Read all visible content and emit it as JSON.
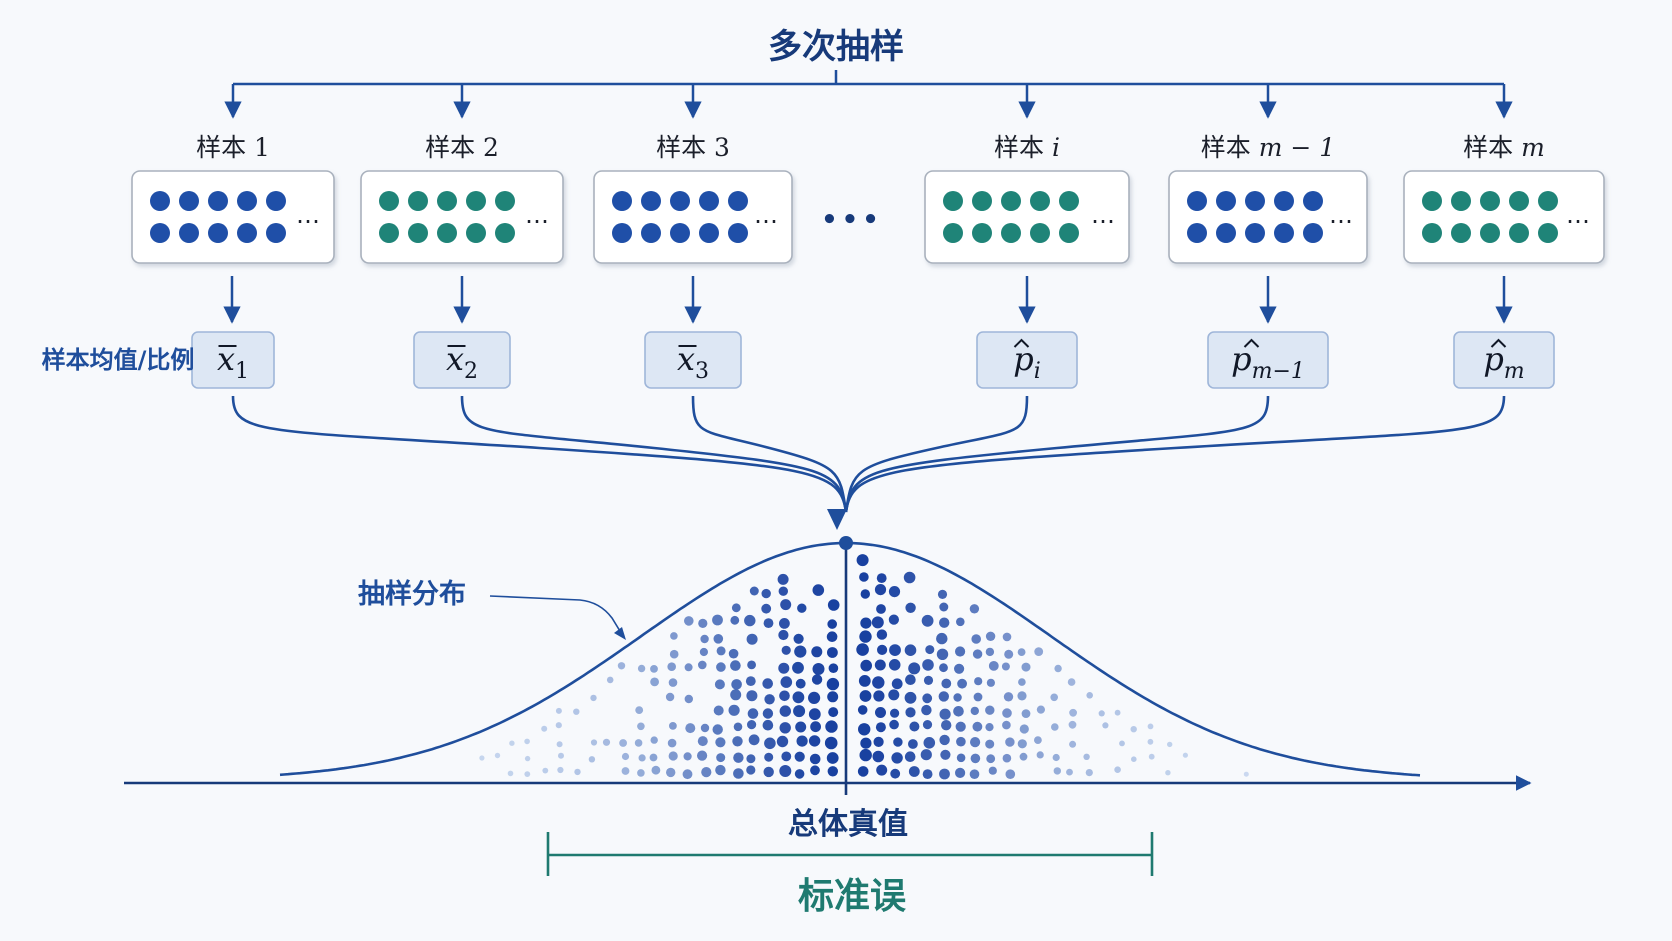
{
  "title": "多次抽样",
  "samples": [
    {
      "label_prefix": "样本",
      "label_var": "1",
      "var_italic": false,
      "dot_color": "blue",
      "stat_base": "x",
      "stat_mark": "bar",
      "stat_sub": "1"
    },
    {
      "label_prefix": "样本",
      "label_var": "2",
      "var_italic": false,
      "dot_color": "teal",
      "stat_base": "x",
      "stat_mark": "bar",
      "stat_sub": "2"
    },
    {
      "label_prefix": "样本",
      "label_var": "3",
      "var_italic": false,
      "dot_color": "blue",
      "stat_base": "x",
      "stat_mark": "bar",
      "stat_sub": "3"
    },
    {
      "label_prefix": "样本",
      "label_var": "i",
      "var_italic": true,
      "dot_color": "teal",
      "stat_base": "p",
      "stat_mark": "hat",
      "stat_sub": "i"
    },
    {
      "label_prefix": "样本",
      "label_var": "m − 1",
      "var_italic": true,
      "dot_color": "blue",
      "stat_base": "p",
      "stat_mark": "hat",
      "stat_sub": "m−1"
    },
    {
      "label_prefix": "样本",
      "label_var": "m",
      "var_italic": true,
      "dot_color": "teal",
      "stat_base": "p",
      "stat_mark": "hat",
      "stat_sub": "m"
    }
  ],
  "box_ellipsis": "…",
  "between_samples_ellipsis": "•••",
  "stat_row_label": "样本均值/比例",
  "distribution_label": "抽样分布",
  "true_value_label": "总体真值",
  "standard_error_label": "标准误",
  "colors": {
    "navy": "#1f4e9c",
    "dark_navy": "#173a7a",
    "dot_blue": "#1f4fa8",
    "dot_teal": "#1f8478",
    "teal_text": "#1f7a70",
    "box_fill": "#dde7f4",
    "box_stroke": "#9fb6d9"
  }
}
